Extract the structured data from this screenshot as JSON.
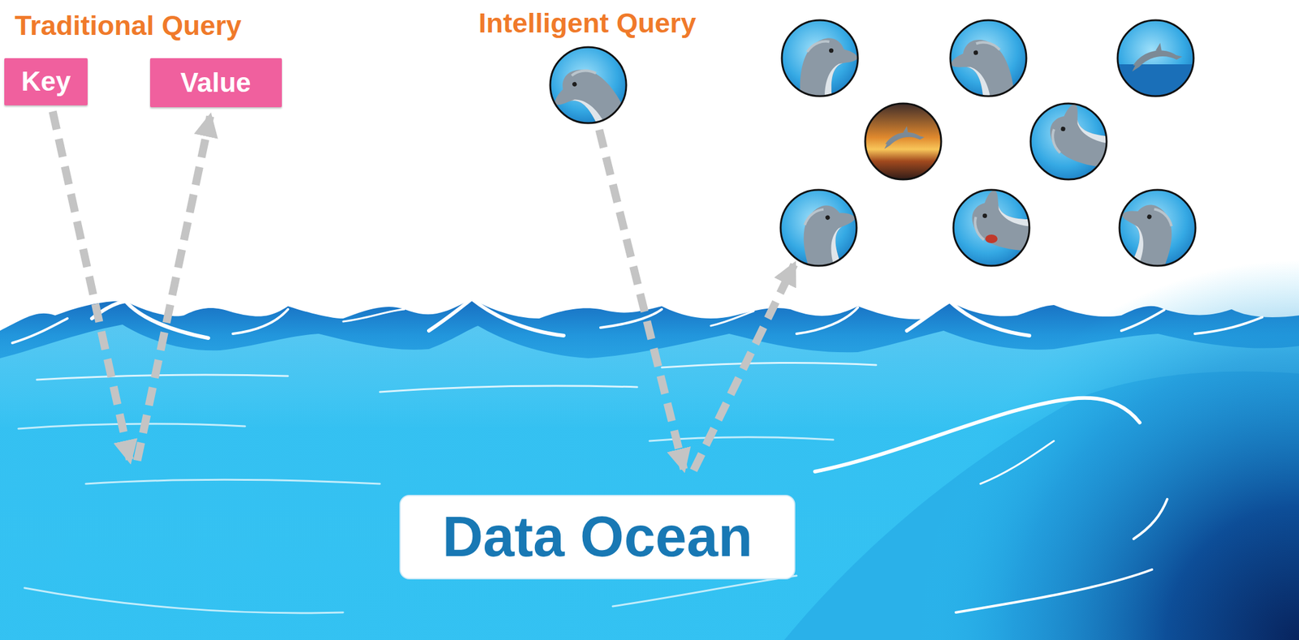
{
  "diagram": {
    "nodes": [
      {
        "text": [
          "Key"
        ]
      },
      {
        "text": [
          "Value"
        ]
      },
      {
        "text": [
          "Data Ocean"
        ]
      }
    ],
    "labels": [
      "Traditional Query",
      "Intelligent Query"
    ]
  }
}
